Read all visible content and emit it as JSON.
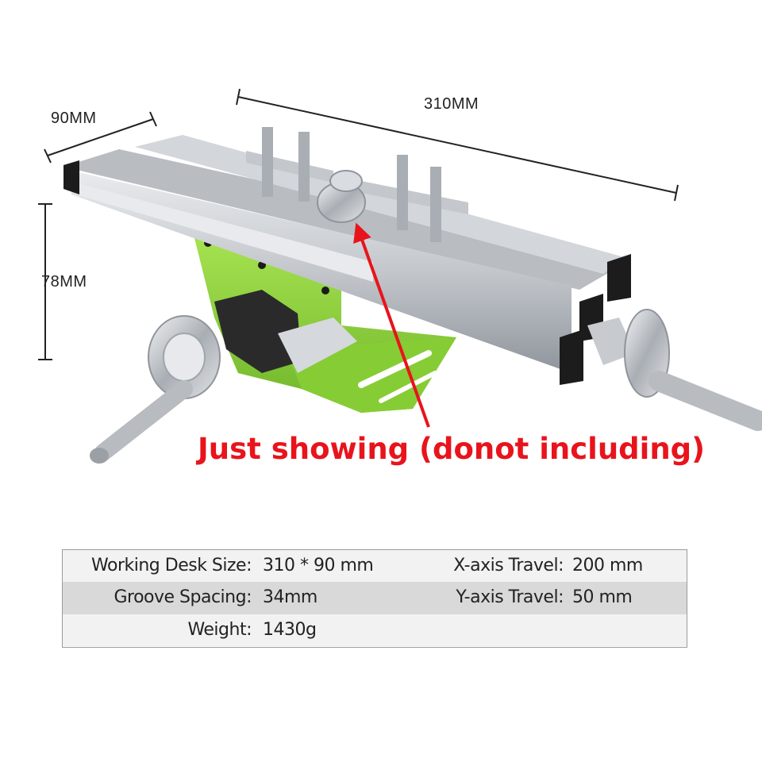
{
  "dimensions": {
    "width_label": "90MM",
    "length_label": "310MM",
    "height_label": "78MM"
  },
  "annotation": {
    "text": "Just showing (donot including)",
    "color": "#e8141c"
  },
  "colors": {
    "base_green": "#8fd63a",
    "rail_silver": "#c9ccd0",
    "arrow_red": "#e8141c"
  },
  "specs": {
    "rows": [
      {
        "label1": "Working Desk Size:",
        "value1": "310 * 90 mm",
        "label2": "X-axis Travel:",
        "value2": "200 mm"
      },
      {
        "label1": "Groove Spacing:",
        "value1": "34mm",
        "label2": "Y-axis Travel:",
        "value2": "50 mm"
      },
      {
        "label1": "Weight:",
        "value1": "1430g",
        "label2": "",
        "value2": ""
      }
    ]
  }
}
